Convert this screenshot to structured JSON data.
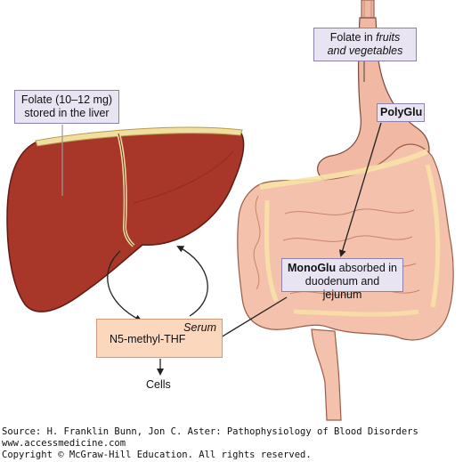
{
  "labels": {
    "liver_box_line1": "Folate (10–12 mg)",
    "liver_box_line2": "stored in the liver",
    "fruit_box_line1": "Folate in ",
    "fruit_box_fruits": "fruits",
    "fruit_box_line2": "and vegetables",
    "polyglu": "PolyGlu",
    "monoglu_bold": "MonoGlu",
    "monoglu_rest": " absorbed in",
    "monoglu_line2": "duodenum and jejunum",
    "serum": "Serum",
    "n5": "N5-methyl-THF",
    "cells": "Cells"
  },
  "footer": {
    "source": "Source: H. Franklin Bunn, Jon C. Aster: Pathophysiology of Blood Disorders",
    "site": "www.accessmedicine.com",
    "copyright": "Copyright © McGraw-Hill Education. All rights reserved."
  },
  "colors": {
    "liver": "#a8372a",
    "liver_capsule": "#f1dfa1",
    "stomach": "#f1b9a3",
    "intestine": "#f4c2ac",
    "box_lavender": "#e9e4f2",
    "box_salmon": "#fbd7bd"
  }
}
